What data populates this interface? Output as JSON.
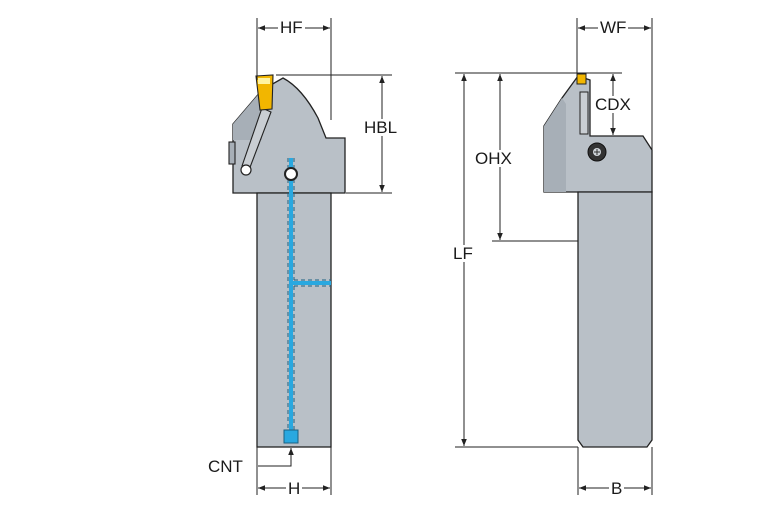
{
  "labels": {
    "hf": "HF",
    "hbl": "HBL",
    "cnt": "CNT",
    "h": "H",
    "wf": "WF",
    "cdx": "CDX",
    "ohx": "OHX",
    "lf": "LF",
    "b": "B"
  },
  "colors": {
    "body_fill": "#b9c0c7",
    "body_shade": "#a7afb7",
    "outline": "#222222",
    "coolant": "#29a8e0",
    "insert": "#f2b600",
    "background": "#ffffff"
  }
}
